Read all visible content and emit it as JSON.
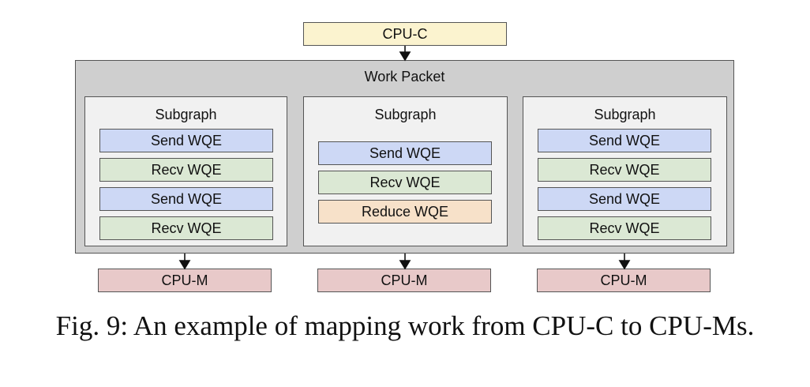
{
  "cpu_c": "CPU-C",
  "work_packet": "Work Packet",
  "subgraphs": [
    {
      "title": "Subgraph",
      "items": [
        {
          "label": "Send WQE",
          "kind": "send"
        },
        {
          "label": "Recv WQE",
          "kind": "recv"
        },
        {
          "label": "Send WQE",
          "kind": "send"
        },
        {
          "label": "Recv WQE",
          "kind": "recv"
        }
      ]
    },
    {
      "title": "Subgraph",
      "items": [
        {
          "label": "Send WQE",
          "kind": "send"
        },
        {
          "label": "Recv WQE",
          "kind": "recv"
        },
        {
          "label": "Reduce WQE",
          "kind": "reduce"
        }
      ]
    },
    {
      "title": "Subgraph",
      "items": [
        {
          "label": "Send WQE",
          "kind": "send"
        },
        {
          "label": "Recv WQE",
          "kind": "recv"
        },
        {
          "label": "Send WQE",
          "kind": "send"
        },
        {
          "label": "Recv WQE",
          "kind": "recv"
        }
      ]
    }
  ],
  "cpu_m": [
    "CPU-M",
    "CPU-M",
    "CPU-M"
  ],
  "caption": "Fig. 9: An example of mapping work from CPU-C to CPU-Ms.",
  "colors": {
    "cpu_c": "#fbf3cf",
    "work_packet": "#cfcfcf",
    "subgraph": "#f1f1f1",
    "send": "#cdd8f5",
    "recv": "#dbe8d4",
    "reduce": "#f7e1c9",
    "cpu_m": "#e8c9c9"
  }
}
